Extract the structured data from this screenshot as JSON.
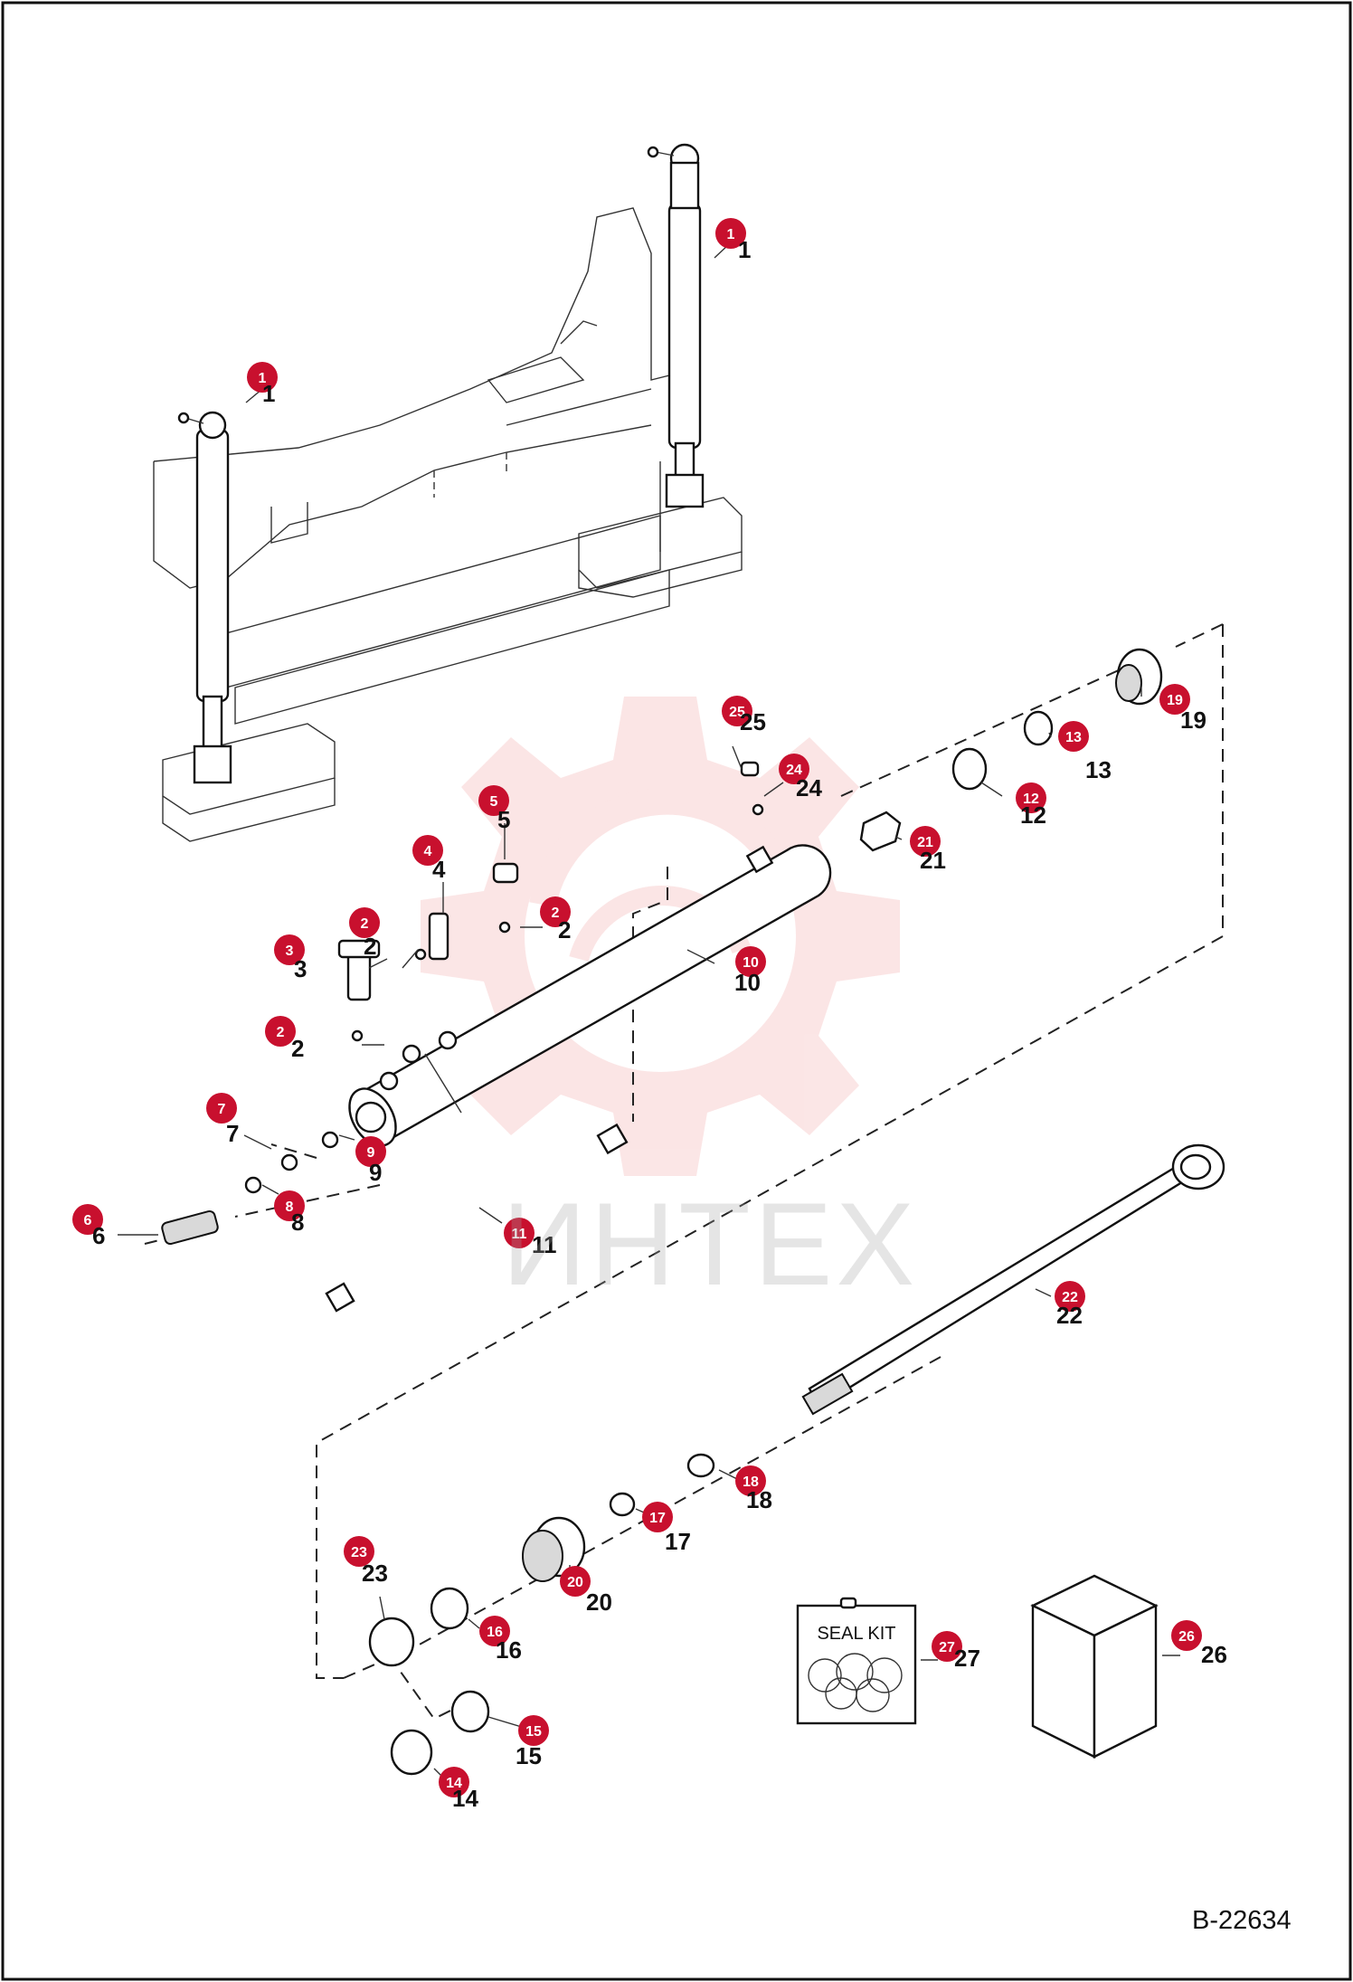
{
  "drawing": {
    "document_number": "B-22634",
    "watermark_text": "ИНТЕХ",
    "seal_kit_label": "SEAL KIT",
    "colors": {
      "callout": "#c8102e",
      "watermark": "#f4b6b6",
      "line": "#222222"
    }
  },
  "callouts": [
    {
      "id": "c1a",
      "number": "1"
    },
    {
      "id": "c1b",
      "number": "1"
    },
    {
      "id": "c2a",
      "number": "2"
    },
    {
      "id": "c2b",
      "number": "2"
    },
    {
      "id": "c2c",
      "number": "2"
    },
    {
      "id": "c3",
      "number": "3"
    },
    {
      "id": "c4",
      "number": "4"
    },
    {
      "id": "c5",
      "number": "5"
    },
    {
      "id": "c6",
      "number": "6"
    },
    {
      "id": "c7",
      "number": "7"
    },
    {
      "id": "c8",
      "number": "8"
    },
    {
      "id": "c9",
      "number": "9"
    },
    {
      "id": "c10",
      "number": "10"
    },
    {
      "id": "c11",
      "number": "11"
    },
    {
      "id": "c12",
      "number": "12"
    },
    {
      "id": "c13",
      "number": "13"
    },
    {
      "id": "c14",
      "number": "14"
    },
    {
      "id": "c15",
      "number": "15"
    },
    {
      "id": "c16",
      "number": "16"
    },
    {
      "id": "c17",
      "number": "17"
    },
    {
      "id": "c18",
      "number": "18"
    },
    {
      "id": "c19",
      "number": "19"
    },
    {
      "id": "c20",
      "number": "20"
    },
    {
      "id": "c21",
      "number": "21"
    },
    {
      "id": "c22",
      "number": "22"
    },
    {
      "id": "c23",
      "number": "23"
    },
    {
      "id": "c24",
      "number": "24"
    },
    {
      "id": "c25",
      "number": "25"
    },
    {
      "id": "c26",
      "number": "26"
    },
    {
      "id": "c27",
      "number": "27"
    }
  ]
}
